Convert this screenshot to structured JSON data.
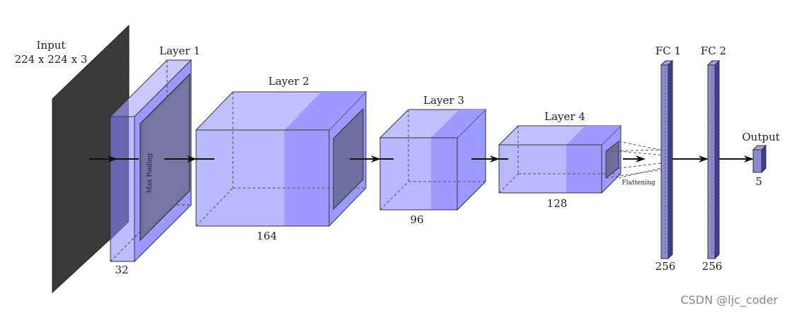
{
  "title_input": "Input",
  "input_dims": "224 x 224 x 3",
  "layers": {
    "layer1": {
      "label": "Layer 1",
      "size": "32",
      "op": "Max Pooling"
    },
    "layer2": {
      "label": "Layer 2",
      "size": "164"
    },
    "layer3": {
      "label": "Layer 3",
      "size": "96"
    },
    "layer4": {
      "label": "Layer 4",
      "size": "128"
    }
  },
  "flatten_label": "Flattening",
  "fc1": {
    "label": "FC 1",
    "size": "256"
  },
  "fc2": {
    "label": "FC 2",
    "size": "256"
  },
  "output": {
    "label": "Output",
    "size": "5"
  },
  "watermark": "CSDN @ljc_coder",
  "colors": {
    "input": "#3a3a3a",
    "block_light": "#b8b8ff",
    "block_mid": "#9a9aff",
    "block_dark": "#6f6fd6",
    "pool": "#6e6e9e",
    "fc_face": "#8a8ad0",
    "fc_side": "#3e3e92"
  }
}
